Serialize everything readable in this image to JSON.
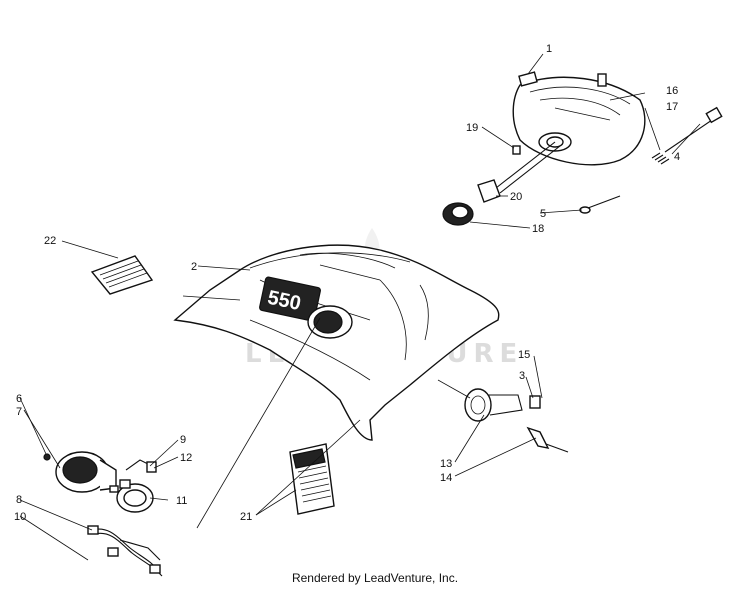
{
  "callouts": {
    "c1": "1",
    "c2": "2",
    "c3": "3",
    "c4": "4",
    "c5": "5",
    "c6": "6",
    "c7": "7",
    "c8": "8",
    "c9": "9",
    "c10": "10",
    "c11": "11",
    "c12": "12",
    "c13": "13",
    "c14": "14",
    "c15": "15",
    "c16": "16",
    "c17": "17",
    "c18": "18",
    "c19": "19",
    "c20": "20",
    "c21": "21",
    "c22": "22"
  },
  "decal_text": "550",
  "watermark": "LEADVENTURE",
  "footer": "Rendered by LeadVenture, Inc."
}
